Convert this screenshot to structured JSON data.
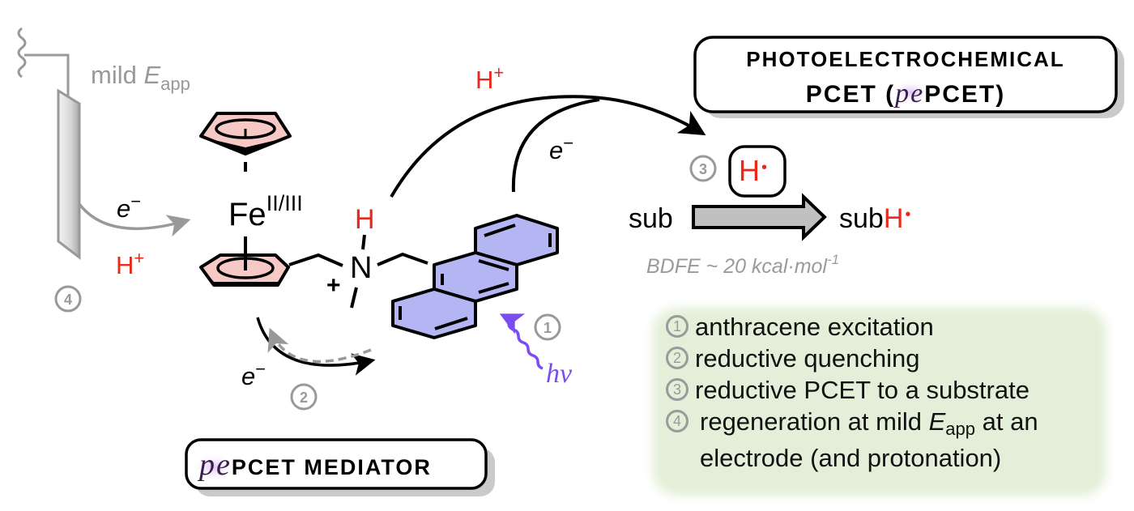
{
  "title_box": {
    "line1": "Photoelectrochemical",
    "line2_prefix": "PCET (",
    "line2_pe": "pe",
    "line2_suffix": "PCET)"
  },
  "mediator_box": {
    "pe": "pe",
    "label": "PCET mediator"
  },
  "electrode": {
    "label_prefix": "mild ",
    "label_E": "E",
    "label_sub": "app"
  },
  "labels": {
    "e_minus": "e",
    "minus": "−",
    "h_plus": "H",
    "plus": "+",
    "fe": "Fe",
    "fe_ox": "II/III",
    "h_on_n": "H",
    "n": "N",
    "n_charge": "+",
    "hv_h": "h",
    "hv_nu": "ν",
    "h_radical": "H",
    "radical_dot": "•",
    "sub": "sub",
    "subH_prefix": "sub",
    "subH_H": "H",
    "bdfe": "BDFE ~ 20 kcal·mol",
    "bdfe_exp": "-1"
  },
  "step_badges": [
    "1",
    "2",
    "3",
    "4"
  ],
  "legend": [
    {
      "num": "1",
      "text": "anthracene excitation"
    },
    {
      "num": "2",
      "text": "reductive quenching"
    },
    {
      "num": "3",
      "text": "reductive PCET to a substrate"
    },
    {
      "num": "4",
      "text_prefix": "regeneration at mild ",
      "text_E": "E",
      "text_sub": "app",
      "text_suffix": " at an",
      "text_line2": "electrode (and protonation)"
    }
  ],
  "colors": {
    "proton_red": "#e8291c",
    "cp_fill": "#f7c9c4",
    "anthracene_fill": "#b3b6f3",
    "hv_purple": "#7b4cf0",
    "gray": "#9a9a9a",
    "legend_bg": "#e3efd8"
  }
}
